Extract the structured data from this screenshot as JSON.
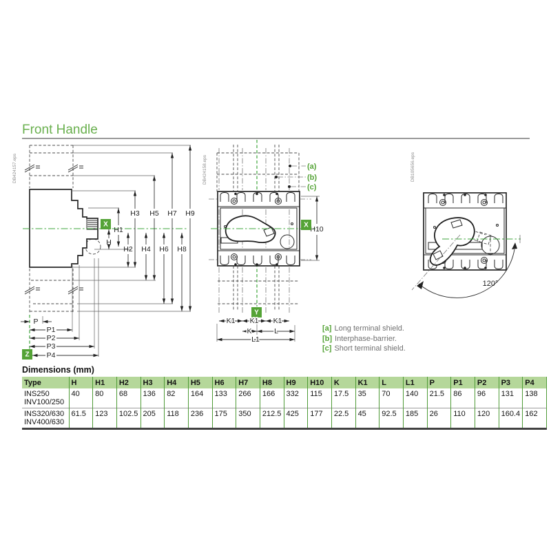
{
  "page": {
    "heading": "Front Handle"
  },
  "colors": {
    "accent_green": "#54a336",
    "heading_green": "#6ab04f",
    "centerline_green": "#3ea53b",
    "table_header_bg": "#b5d79a",
    "table_border_green": "#4d9a35"
  },
  "diagram": {
    "eps_refs": [
      "DB424157.eps",
      "DB424158.eps",
      "DB105656.eps"
    ],
    "side_view": {
      "marker_x": "X",
      "marker_z": "Z",
      "h_labels": [
        "H",
        "H1",
        "H2",
        "H3",
        "H4",
        "H5",
        "H6",
        "H7",
        "H8",
        "H9"
      ],
      "p_labels": [
        "P",
        "P1",
        "P2",
        "P3",
        "P4"
      ]
    },
    "front_view": {
      "marker_x": "X",
      "marker_y": "Y",
      "h10_label": "H10",
      "callouts": [
        "(a)",
        "(b)",
        "(c)"
      ],
      "k1_labels": [
        "K1",
        "K1",
        "K1"
      ],
      "k_label": "K",
      "l_label": "L",
      "l1_label": "L1"
    },
    "rotation_view": {
      "angle_label": "120°"
    }
  },
  "legend": {
    "items": [
      {
        "tag": "[a]",
        "text": "Long terminal shield."
      },
      {
        "tag": "[b]",
        "text": "Interphase-barrier."
      },
      {
        "tag": "[c]",
        "text": "Short terminal shield."
      }
    ]
  },
  "table": {
    "caption": "Dimensions (mm)",
    "headers": [
      "Type",
      "H",
      "H1",
      "H2",
      "H3",
      "H4",
      "H5",
      "H6",
      "H7",
      "H8",
      "H9",
      "H10",
      "K",
      "K1",
      "L",
      "L1",
      "P",
      "P1",
      "P2",
      "P3",
      "P4"
    ],
    "rows": [
      {
        "type_lines": [
          "INS250",
          "INV100/250"
        ],
        "values": [
          "40",
          "80",
          "68",
          "136",
          "82",
          "164",
          "133",
          "266",
          "166",
          "332",
          "115",
          "17.5",
          "35",
          "70",
          "140",
          "21.5",
          "86",
          "96",
          "131",
          "138"
        ]
      },
      {
        "type_lines": [
          "INS320/630",
          "INV400/630"
        ],
        "values": [
          "61.5",
          "123",
          "102.5",
          "205",
          "118",
          "236",
          "175",
          "350",
          "212.5",
          "425",
          "177",
          "22.5",
          "45",
          "92.5",
          "185",
          "26",
          "110",
          "120",
          "160.4",
          "162"
        ]
      }
    ]
  }
}
